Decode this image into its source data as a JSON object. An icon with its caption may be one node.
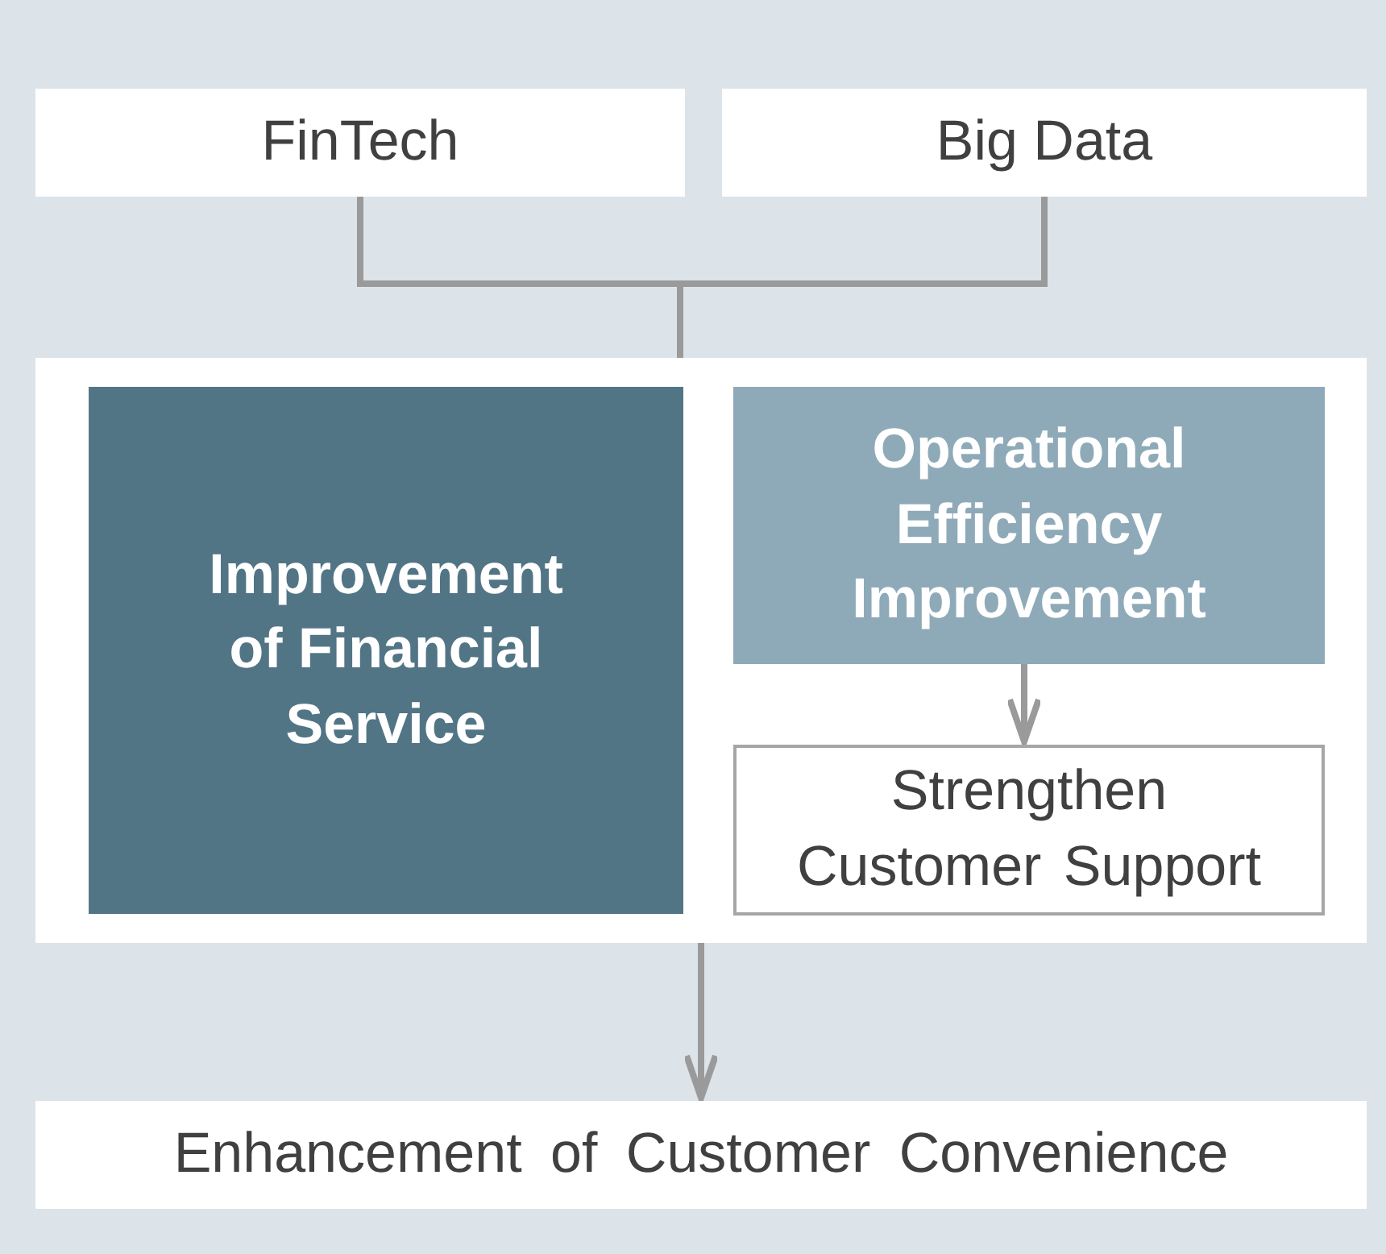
{
  "diagram": {
    "nodes": [
      {
        "text": [
          "FinTech"
        ]
      },
      {
        "text": [
          "Big Data"
        ]
      },
      {
        "text": [],
        "shape": "box"
      },
      {
        "text": [
          "Improvement of Financial Service"
        ],
        "in": 2
      },
      {
        "text": [
          "Operational Efficiency Improvement"
        ],
        "in": 2
      },
      {
        "text": [
          "Strengthen Customer Support"
        ],
        "in": 2
      },
      {
        "text": [
          "Enhancement of Customer Convenience"
        ]
      }
    ],
    "edges": [
      {
        "from": 0,
        "to": 2,
        "arrow": "none"
      },
      {
        "from": 1,
        "to": 2,
        "arrow": "none"
      },
      {
        "from": 4,
        "to": 5,
        "arrow": "to"
      },
      {
        "from": 2,
        "to": 6,
        "arrow": "to"
      }
    ]
  }
}
